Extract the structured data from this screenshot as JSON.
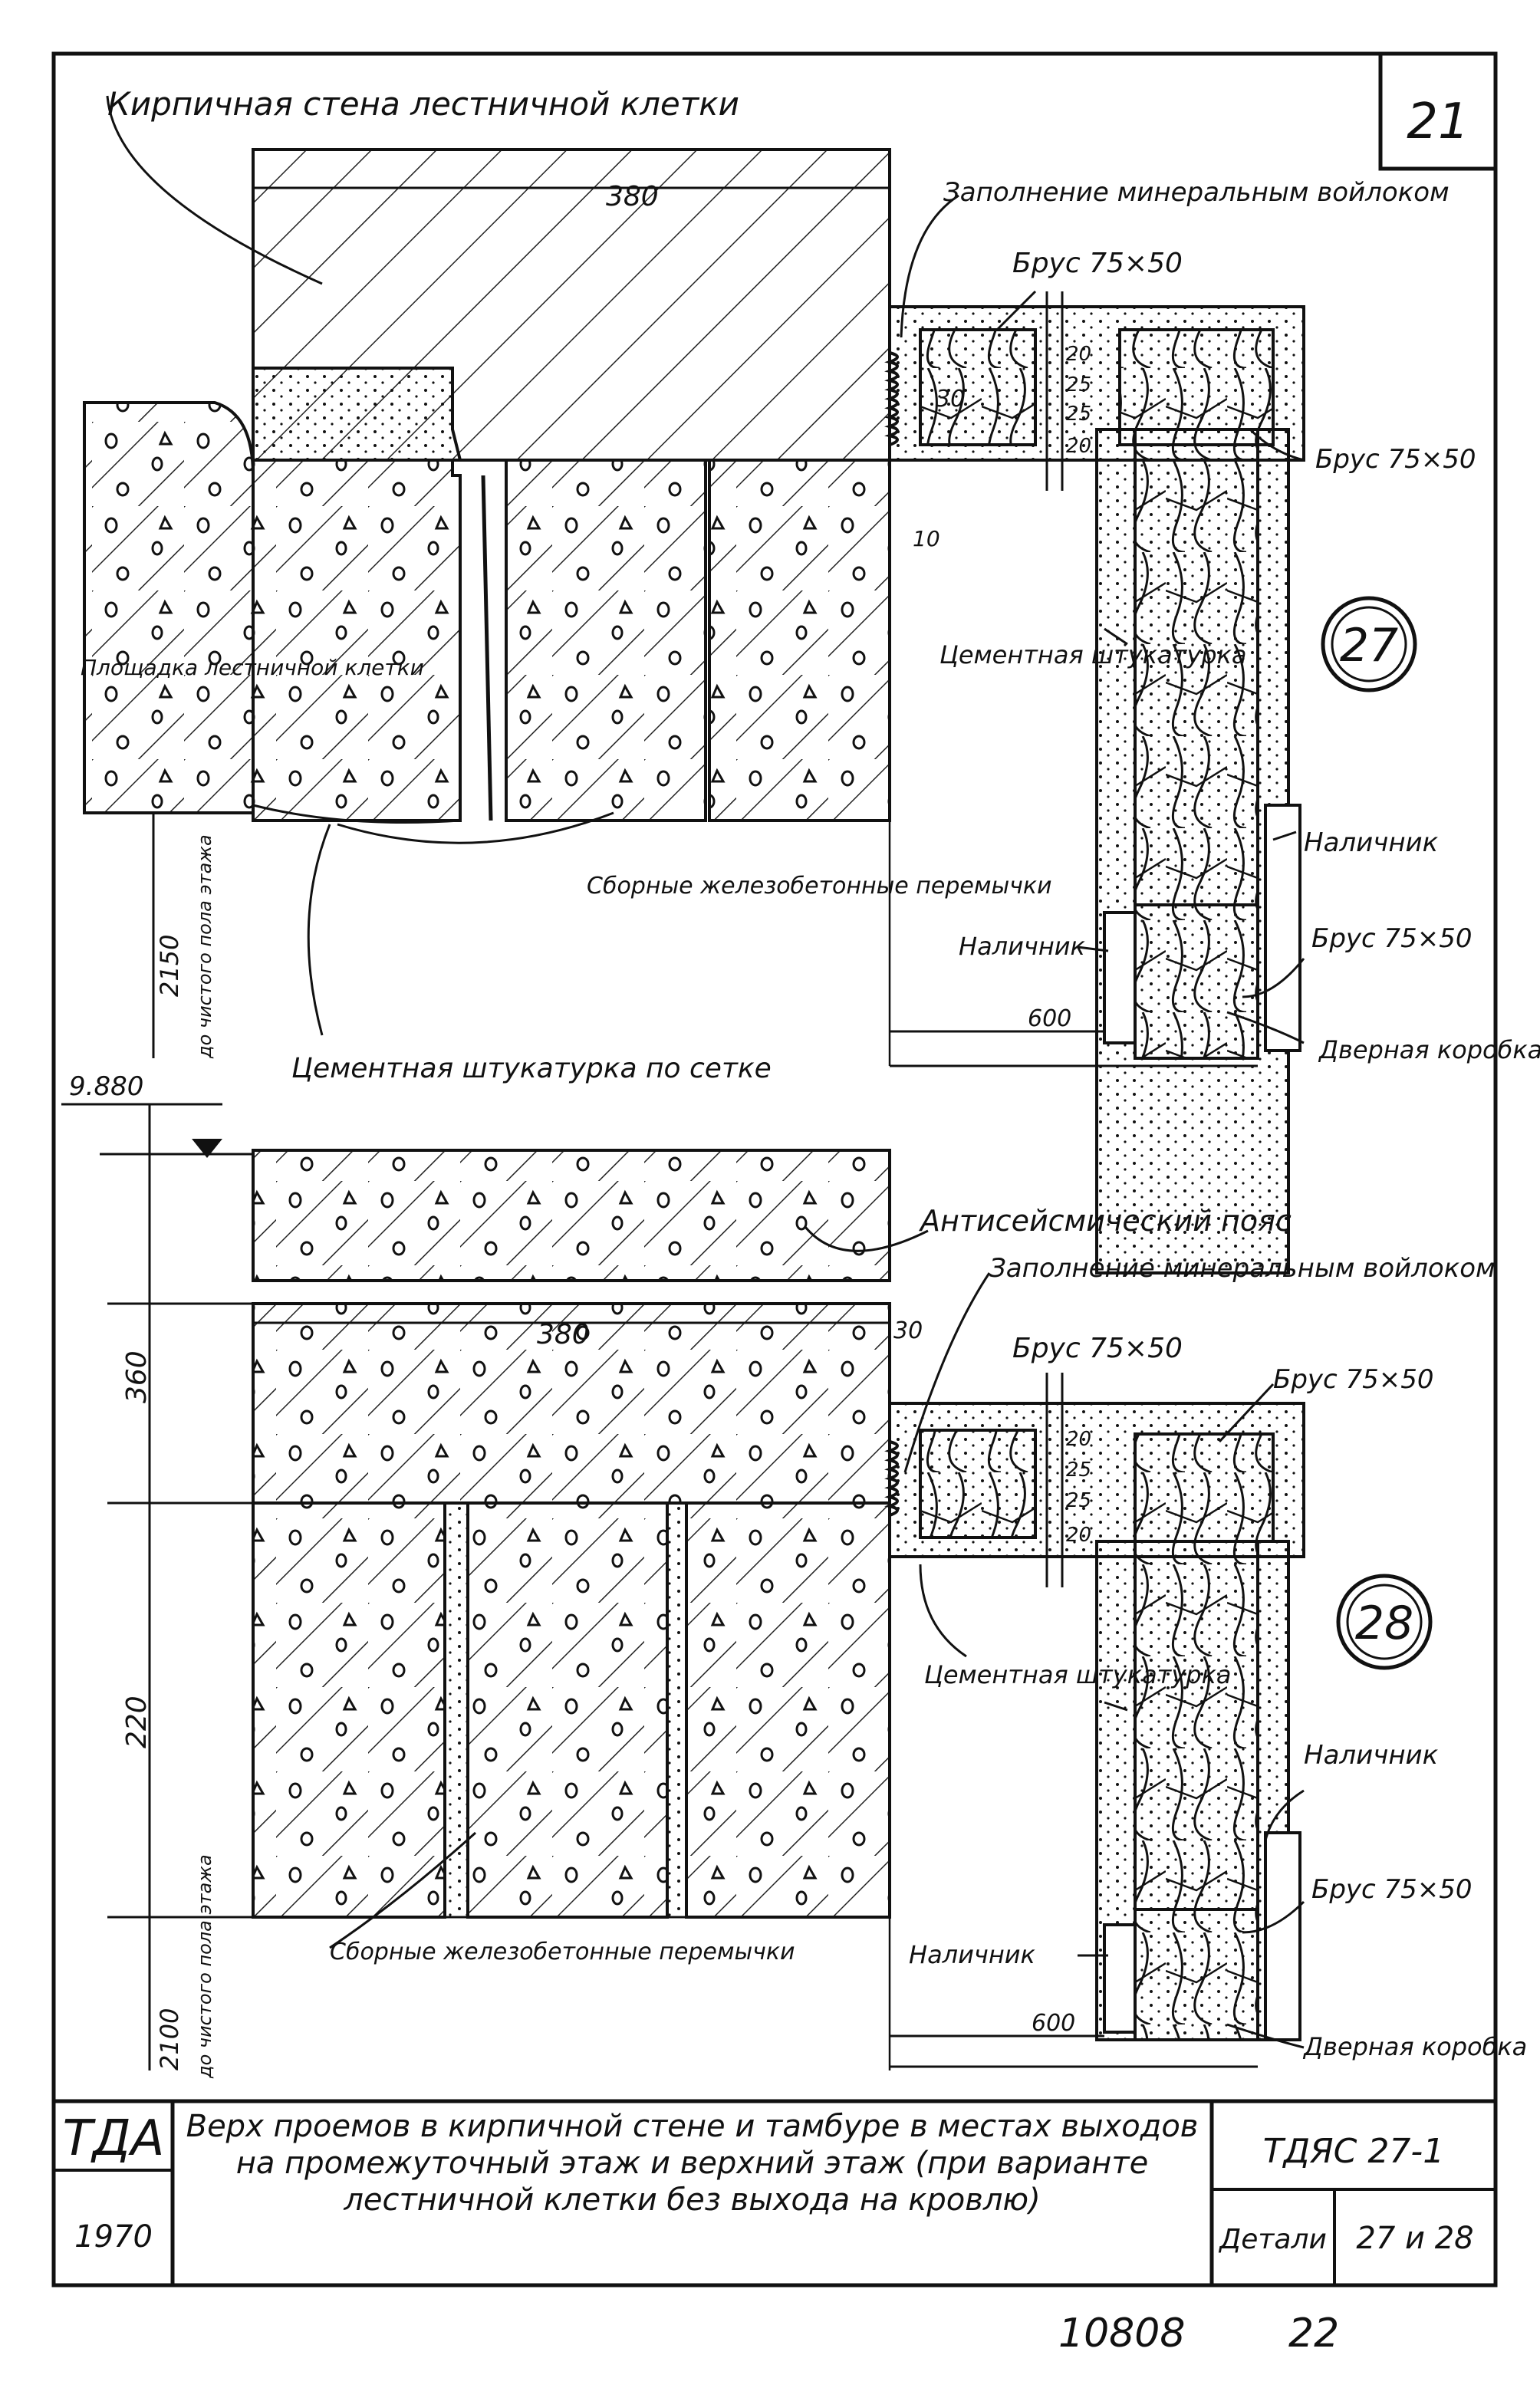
{
  "sheet": {
    "number": "21"
  },
  "detail27": {
    "marker": "27",
    "labels": {
      "wall": "Кирпичная стена лестничной клетки",
      "fill": "Заполнение минеральным войлоком",
      "beam_top": "Брус 75×50",
      "beam_right": "Брус 75×50",
      "platform": "Площадка лестничной клетки",
      "plaster": "Цементная штукатурка",
      "trim_right": "Наличник",
      "lintels": "Сборные железобетонные перемычки",
      "trim_left": "Наличник",
      "beam_low": "Брус 75×50",
      "door_box": "Дверная коробка",
      "mesh_plaster": "Цементная штукатурка по сетке"
    },
    "dims": {
      "d380": "380",
      "d30": "30",
      "d20a": "20",
      "d25a": "25",
      "d25b": "25",
      "d20b": "20",
      "d10": "10",
      "d600": "600",
      "d2150": "2150",
      "d2150_note": "до чистого пола этажа"
    }
  },
  "level": "9.880",
  "detail28": {
    "marker": "28",
    "labels": {
      "belt": "Антисейсмический пояс",
      "fill": "Заполнение минеральным войлоком",
      "beam_a": "Брус 75×50",
      "beam_b": "Брус 75×50",
      "plaster": "Цементная штукатурка",
      "trim_right": "Наличник",
      "beam_right": "Брус 75×50",
      "lintels": "Сборные железобетонные перемычки",
      "trim_left": "Наличник",
      "door_box": "Дверная коробка"
    },
    "dims": {
      "d380": "380",
      "d30": "30",
      "d20a": "20",
      "d25a": "25",
      "d25b": "25",
      "d20b": "20",
      "d360": "360",
      "d220": "220",
      "d600": "600",
      "d2100": "2100",
      "d2100_note": "до чистого пола этажа"
    }
  },
  "title_block": {
    "org": "ТДА",
    "year": "1970",
    "title": "Верх проемов в кирпичной стене и тамбуре в местах выходов на промежуточный этаж и верхний этаж (при варианте лестничной клетки без выхода на кровлю)",
    "code": "ТДЯС 27-1",
    "details_label": "Детали",
    "details_value": "27 и 28"
  },
  "footer": {
    "inv": "10808",
    "page": "22"
  }
}
